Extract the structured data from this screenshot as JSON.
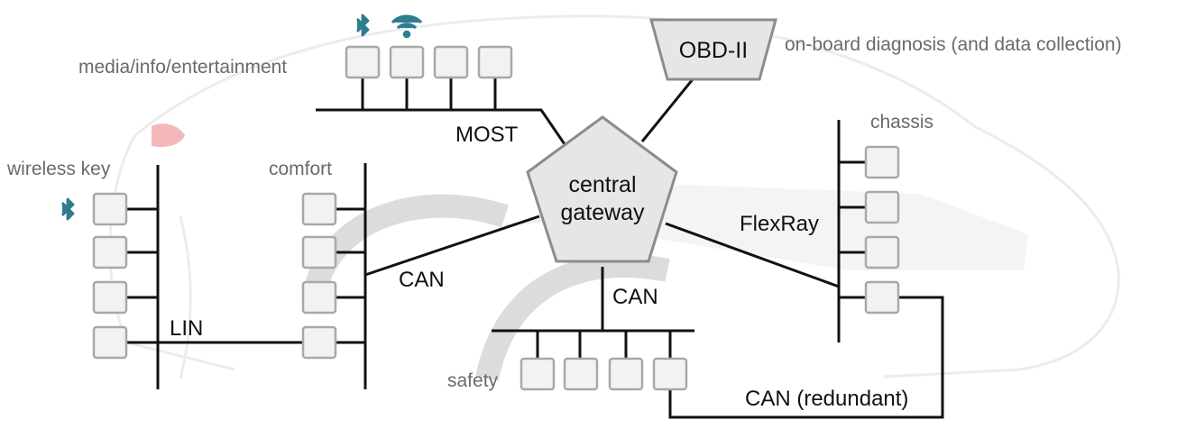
{
  "nodes": {
    "gateway_line1": "central",
    "gateway_line2": "gateway",
    "obd": "OBD-II"
  },
  "groups": {
    "media": "media/info/entertainment",
    "wireless_key": "wireless key",
    "comfort": "comfort",
    "chassis": "chassis",
    "safety": "safety",
    "obd_description": "on-board diagnosis (and data collection)"
  },
  "buses": {
    "most": "MOST",
    "lin": "LIN",
    "can_comfort": "CAN",
    "can_safety": "CAN",
    "flexray": "FlexRay",
    "can_redundant": "CAN (redundant)"
  },
  "icons": {
    "media_bluetooth": "bluetooth-icon",
    "media_wifi": "wifi-icon",
    "key_bluetooth": "bluetooth-icon"
  },
  "colors": {
    "icon": "#2e7d8f",
    "ecu_fill": "#f2f2f2",
    "ecu_border": "#a8a8a8",
    "line": "#111111",
    "taillight": "#f4b8b8"
  }
}
